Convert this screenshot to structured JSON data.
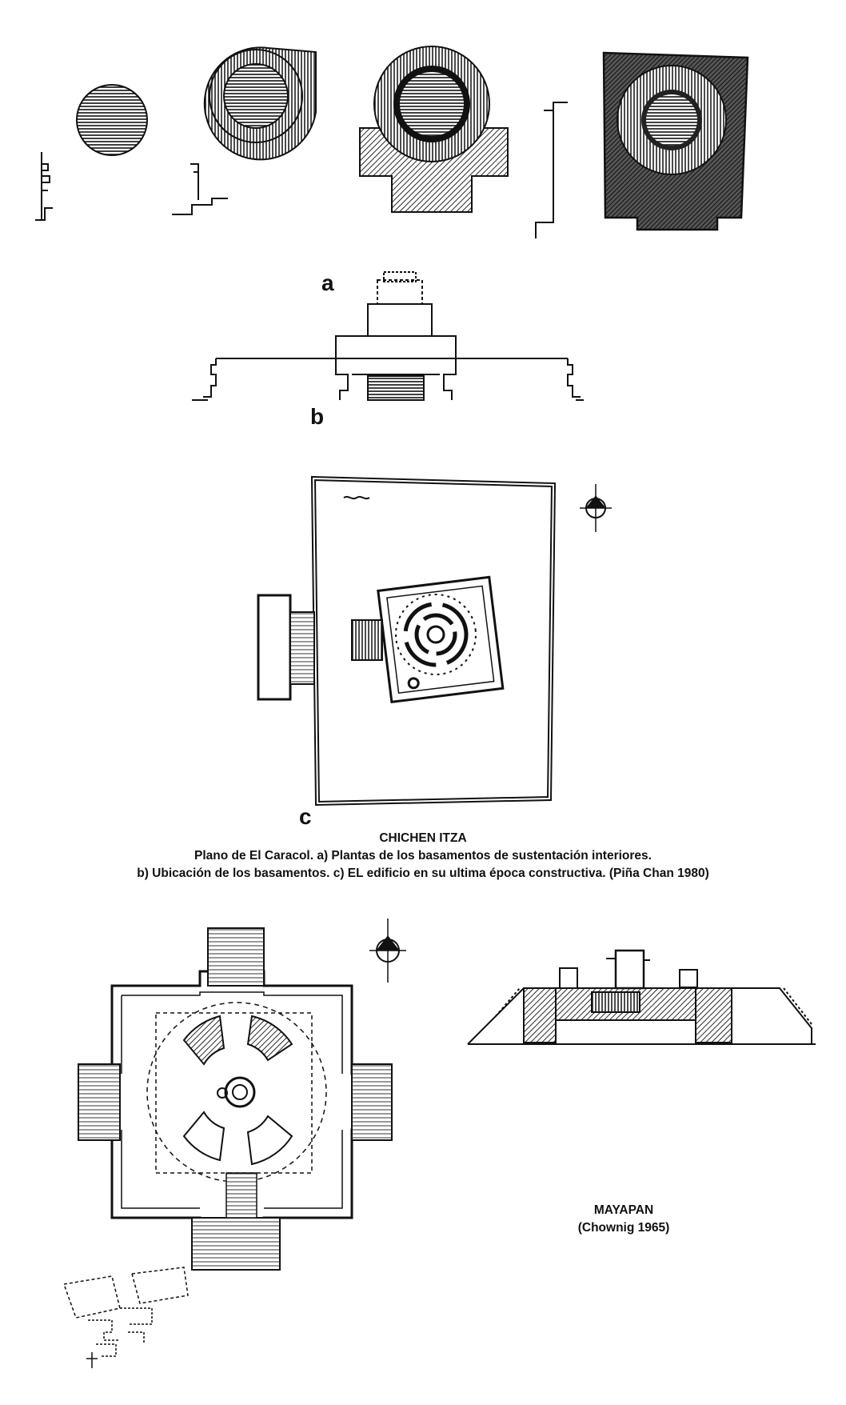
{
  "labels": {
    "a": "a",
    "b": "b",
    "c": "c"
  },
  "caption": {
    "site": "CHICHEN ITZA",
    "line1": "Plano de El Caracol. a) Plantas de los basamentos de sustentación interiores.",
    "line2": "b) Ubicación de los basamentos. c) EL edificio en su ultima época constructiva.  (Piña Chan 1980)"
  },
  "mayapan": {
    "site": "MAYAPAN",
    "source": "(Chownig 1965)"
  },
  "colors": {
    "ink": "#111111",
    "paper": "#ffffff"
  },
  "icons": [
    "north-arrow-icon"
  ]
}
